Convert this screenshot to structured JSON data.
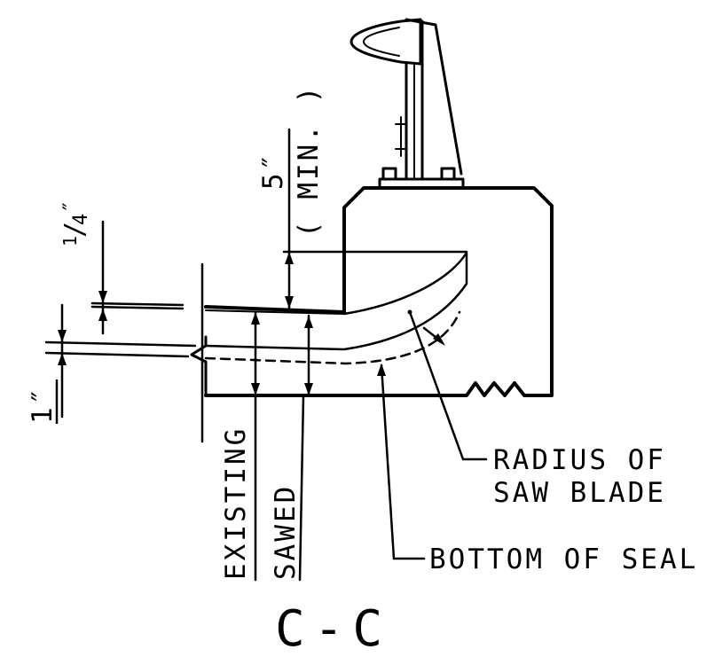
{
  "title": "C-C",
  "dimensions": {
    "quarter_inch": {
      "numerator": "1",
      "denominator": "4",
      "inch_mark": "″"
    },
    "one_inch": "1″",
    "five_inch": "5″",
    "min_note": "( MIN. )"
  },
  "labels": {
    "existing": "EXISTING",
    "sawed": "SAWED",
    "radius_line1": "RADIUS OF",
    "radius_line2": "SAW BLADE",
    "bottom_of_seal": "BOTTOM OF SEAL"
  },
  "colors": {
    "line": "#000000",
    "background": "#ffffff"
  }
}
